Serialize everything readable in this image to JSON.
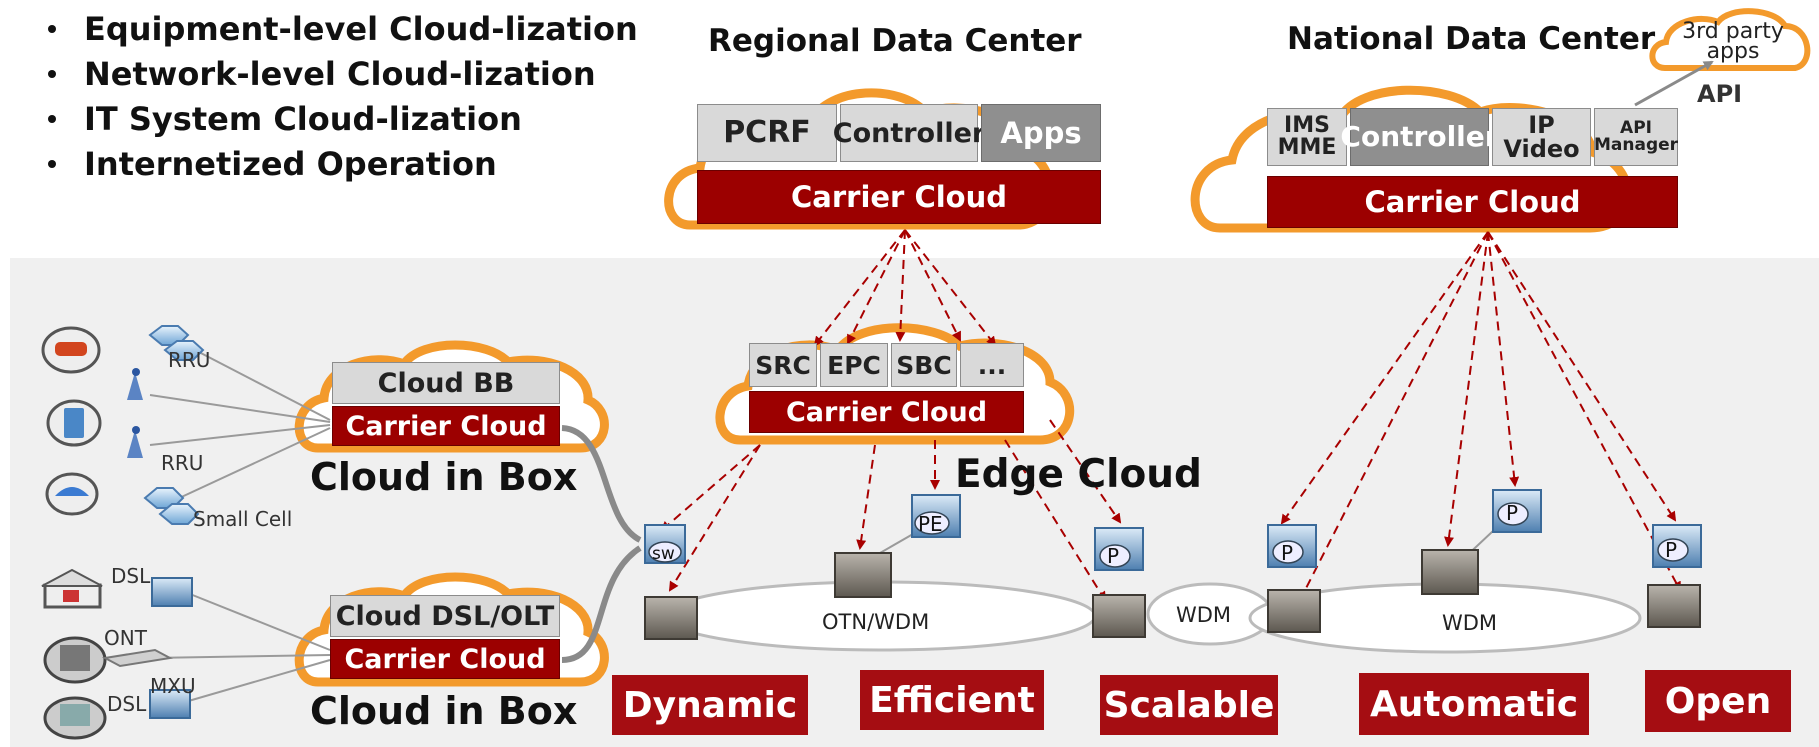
{
  "bullets": [
    "Equipment-level Cloud-lization",
    "Network-level Cloud-lization",
    "IT System Cloud-lization",
    "Internetized Operation"
  ],
  "regional": {
    "title": "Regional Data Center",
    "modules": [
      "PCRF",
      "Controller",
      "Apps"
    ],
    "cloud": "Carrier Cloud"
  },
  "national": {
    "title": "National Data Center",
    "modules": [
      "IMS\nMME",
      "Controller",
      "IP Video",
      "API\nManager"
    ],
    "cloud": "Carrier Cloud",
    "third_party": "3rd party\napps",
    "api": "API"
  },
  "edge": {
    "modules": [
      "SRC",
      "EPC",
      "SBC",
      "..."
    ],
    "cloud": "Carrier Cloud",
    "label": "Edge Cloud"
  },
  "box_top": {
    "module": "Cloud BB",
    "cloud": "Carrier Cloud",
    "label": "Cloud in Box"
  },
  "box_bottom": {
    "module": "Cloud DSL/OLT",
    "cloud": "Carrier Cloud",
    "label": "Cloud in Box"
  },
  "access": {
    "rru1": "RRU",
    "rru2": "RRU",
    "small_cell": "Small Cell",
    "dsl1": "DSL",
    "ont": "ONT",
    "mxu": "MXU",
    "dsl2": "DSL"
  },
  "nodes": {
    "sw": "sw",
    "pe": "PE",
    "p": "P"
  },
  "rings": [
    "OTN/WDM",
    "WDM",
    "WDM"
  ],
  "tags": [
    "Dynamic",
    "Efficient",
    "Scalable",
    "Automatic",
    "Open"
  ],
  "colors": {
    "cloud_outline": "#f39a2c",
    "carrier_red": "#9c0000",
    "tag_red": "#a50d12",
    "band_gray": "#f0f0f0",
    "arrow_red": "#a80000"
  }
}
